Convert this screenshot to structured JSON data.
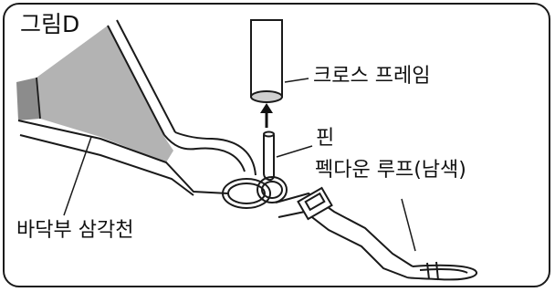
{
  "figure": {
    "label": "그림D"
  },
  "callouts": {
    "cross_frame": "크로스 프레임",
    "pin": "핀",
    "pegdown_loop": "펙다운 루프(남색)",
    "floor_triangle": "바닥부 삼각천"
  }
}
